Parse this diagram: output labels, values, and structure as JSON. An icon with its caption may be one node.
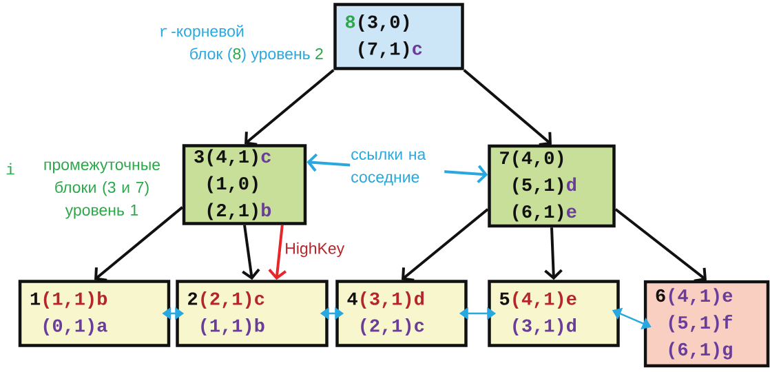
{
  "diagram": {
    "nodes": [
      {
        "text": [
          "8",
          "(3,0)",
          "(7,1)",
          "c"
        ]
      },
      {
        "text": [
          "3(4,1)",
          "c",
          "(1,0)",
          "(2,1)",
          "b"
        ]
      },
      {
        "text": [
          "7(4,0)",
          "(5,1)",
          "d",
          "(6,1)",
          "e"
        ]
      },
      {
        "text": [
          "1",
          "(1,1)b",
          "(0,1)a"
        ]
      },
      {
        "text": [
          "2",
          "(2,1)c",
          "(1,1)b"
        ]
      },
      {
        "text": [
          "4",
          "(3,1)d",
          "(2,1)c"
        ]
      },
      {
        "text": [
          "5",
          "(4,1)e",
          "(3,1)d"
        ]
      },
      {
        "text": [
          "6",
          "(4,1)e",
          "(5,1)f",
          "(6,1)g"
        ]
      }
    ],
    "edges": [
      {
        "from": 0,
        "to": 1,
        "arrow": "to"
      },
      {
        "from": 0,
        "to": 2,
        "arrow": "to"
      },
      {
        "from": 1,
        "to": 2,
        "arrow": "both",
        "label": "ссылки на соседние",
        "color": "#29a8e0"
      },
      {
        "from": 1,
        "to": 3,
        "arrow": "to"
      },
      {
        "from": 1,
        "to": 4,
        "arrow": "to"
      },
      {
        "from": 1,
        "to": 4,
        "arrow": "to",
        "label": "HighKey",
        "color": "#e8262a"
      },
      {
        "from": 2,
        "to": 5,
        "arrow": "to"
      },
      {
        "from": 2,
        "to": 6,
        "arrow": "to"
      },
      {
        "from": 2,
        "to": 7,
        "arrow": "to"
      },
      {
        "from": 3,
        "to": 4,
        "arrow": "both",
        "color": "#29a8e0"
      },
      {
        "from": 4,
        "to": 5,
        "arrow": "both",
        "color": "#29a8e0"
      },
      {
        "from": 5,
        "to": 6,
        "arrow": "both",
        "color": "#29a8e0"
      },
      {
        "from": 6,
        "to": 7,
        "arrow": "both",
        "color": "#29a8e0"
      }
    ],
    "labels": [
      "r",
      "-корневой",
      "блок (",
      "8",
      ") уровень",
      "2",
      "i",
      "промежуточные блоки (3 и 7) уровень 1"
    ]
  }
}
